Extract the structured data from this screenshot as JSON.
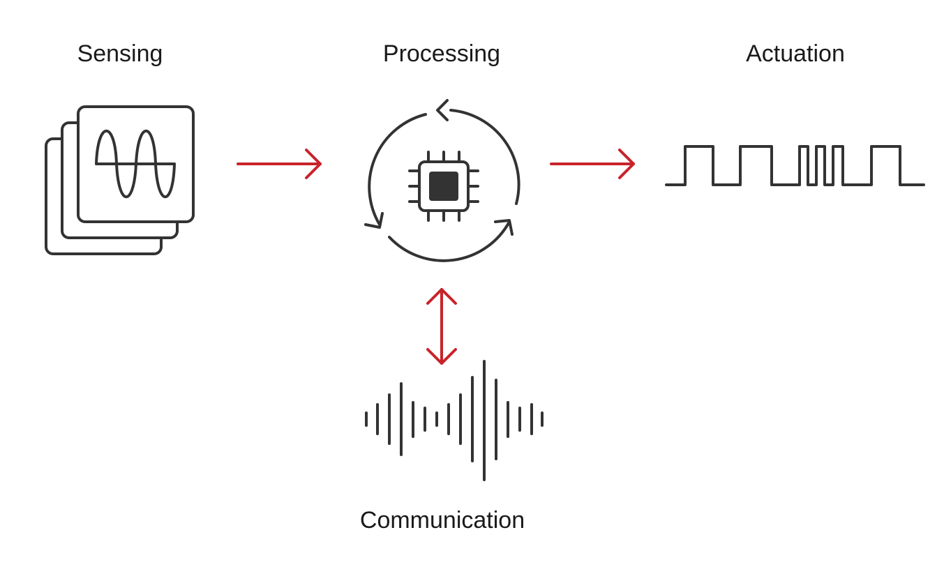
{
  "labels": {
    "sensing": "Sensing",
    "processing": "Processing",
    "actuation": "Actuation",
    "communication": "Communication"
  },
  "colors": {
    "stroke": "#333333",
    "accent": "#c8232b",
    "text": "#1a1a1a"
  },
  "icons": {
    "sensing": "stacked-waveform-cards-icon",
    "processing": "cpu-cycle-icon",
    "actuation": "pulse-signal-icon",
    "communication": "audio-wave-icon"
  }
}
